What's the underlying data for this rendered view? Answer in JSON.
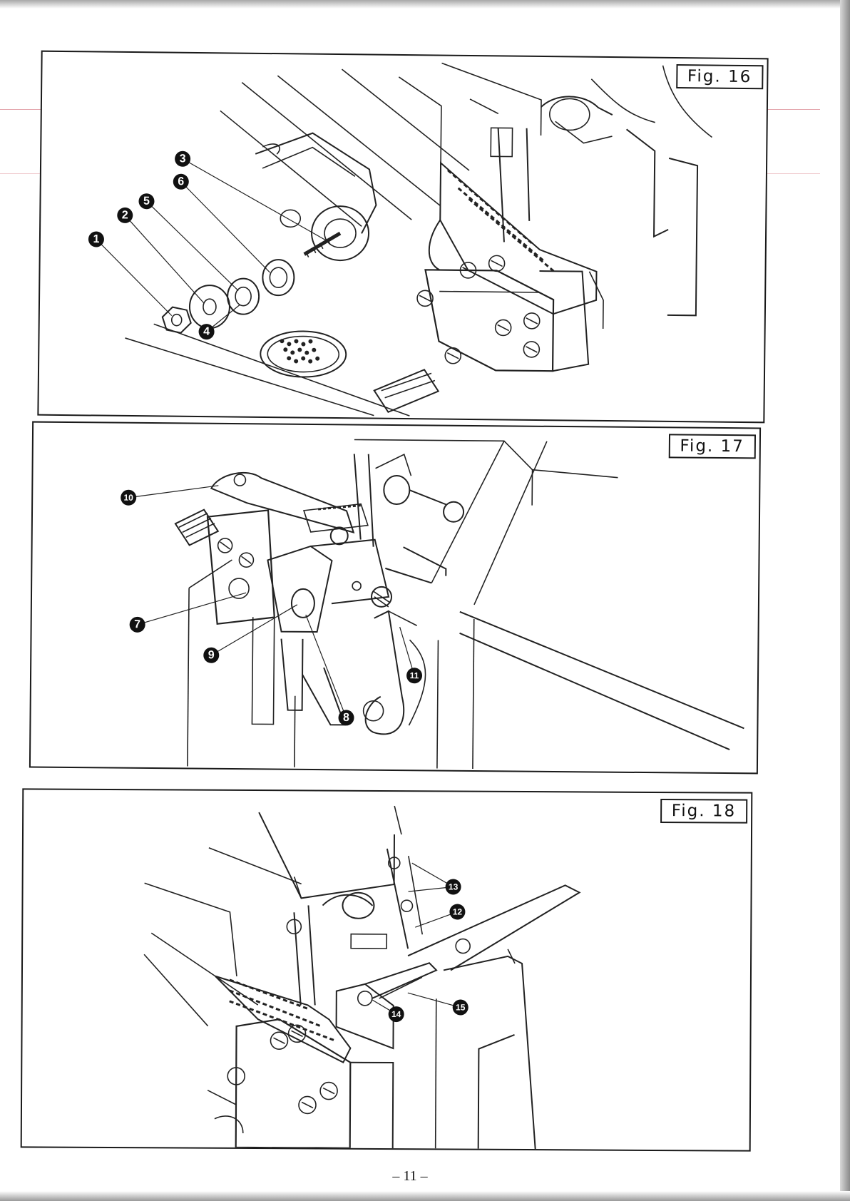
{
  "figures": [
    {
      "label": "Fig. 16",
      "callouts": [
        "❶",
        "❷",
        "❸",
        "❹",
        "❺",
        "❻"
      ]
    },
    {
      "label": "Fig. 17",
      "callouts": [
        "❼",
        "❽",
        "❾",
        "❿",
        "⓫"
      ]
    },
    {
      "label": "Fig. 18",
      "callouts": [
        "⓬",
        "⓭",
        "⓮",
        "⓯"
      ]
    }
  ],
  "page_number": "– 11 –"
}
